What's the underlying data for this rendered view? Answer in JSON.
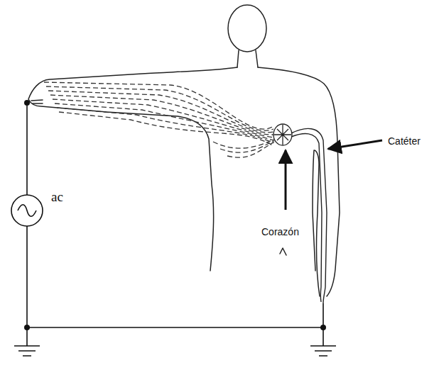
{
  "diagram": {
    "labels": [
      "ac",
      "Corazón",
      "Catéter"
    ]
  }
}
